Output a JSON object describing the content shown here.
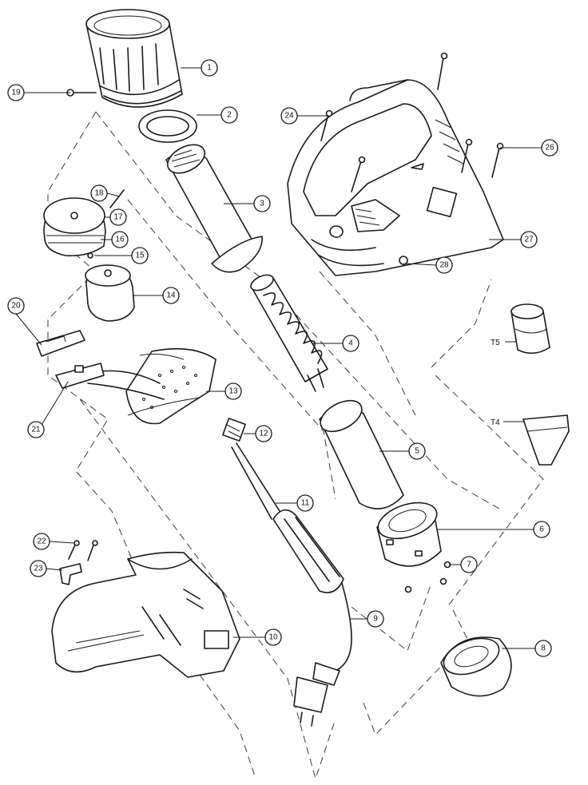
{
  "diagram": {
    "type": "exploded-parts-view",
    "callouts": [
      {
        "id": "c1",
        "label": "1"
      },
      {
        "id": "c2",
        "label": "2"
      },
      {
        "id": "c3",
        "label": "3"
      },
      {
        "id": "c4",
        "label": "4"
      },
      {
        "id": "c5",
        "label": "5"
      },
      {
        "id": "c6",
        "label": "6"
      },
      {
        "id": "c7",
        "label": "7"
      },
      {
        "id": "c8",
        "label": "8"
      },
      {
        "id": "c9",
        "label": "9"
      },
      {
        "id": "c10",
        "label": "10"
      },
      {
        "id": "c11",
        "label": "11"
      },
      {
        "id": "c12",
        "label": "12"
      },
      {
        "id": "c13",
        "label": "13"
      },
      {
        "id": "c14",
        "label": "14"
      },
      {
        "id": "c15",
        "label": "15"
      },
      {
        "id": "c16",
        "label": "16"
      },
      {
        "id": "c17",
        "label": "17"
      },
      {
        "id": "c18",
        "label": "18"
      },
      {
        "id": "c19",
        "label": "19"
      },
      {
        "id": "c20",
        "label": "20"
      },
      {
        "id": "c21",
        "label": "21"
      },
      {
        "id": "c22",
        "label": "22"
      },
      {
        "id": "c23",
        "label": "23"
      },
      {
        "id": "c24",
        "label": "24"
      },
      {
        "id": "c26",
        "label": "26"
      },
      {
        "id": "c27",
        "label": "27"
      },
      {
        "id": "c28",
        "label": "28"
      }
    ],
    "nozzle_labels": {
      "t5": "T5",
      "t4": "T4"
    }
  }
}
